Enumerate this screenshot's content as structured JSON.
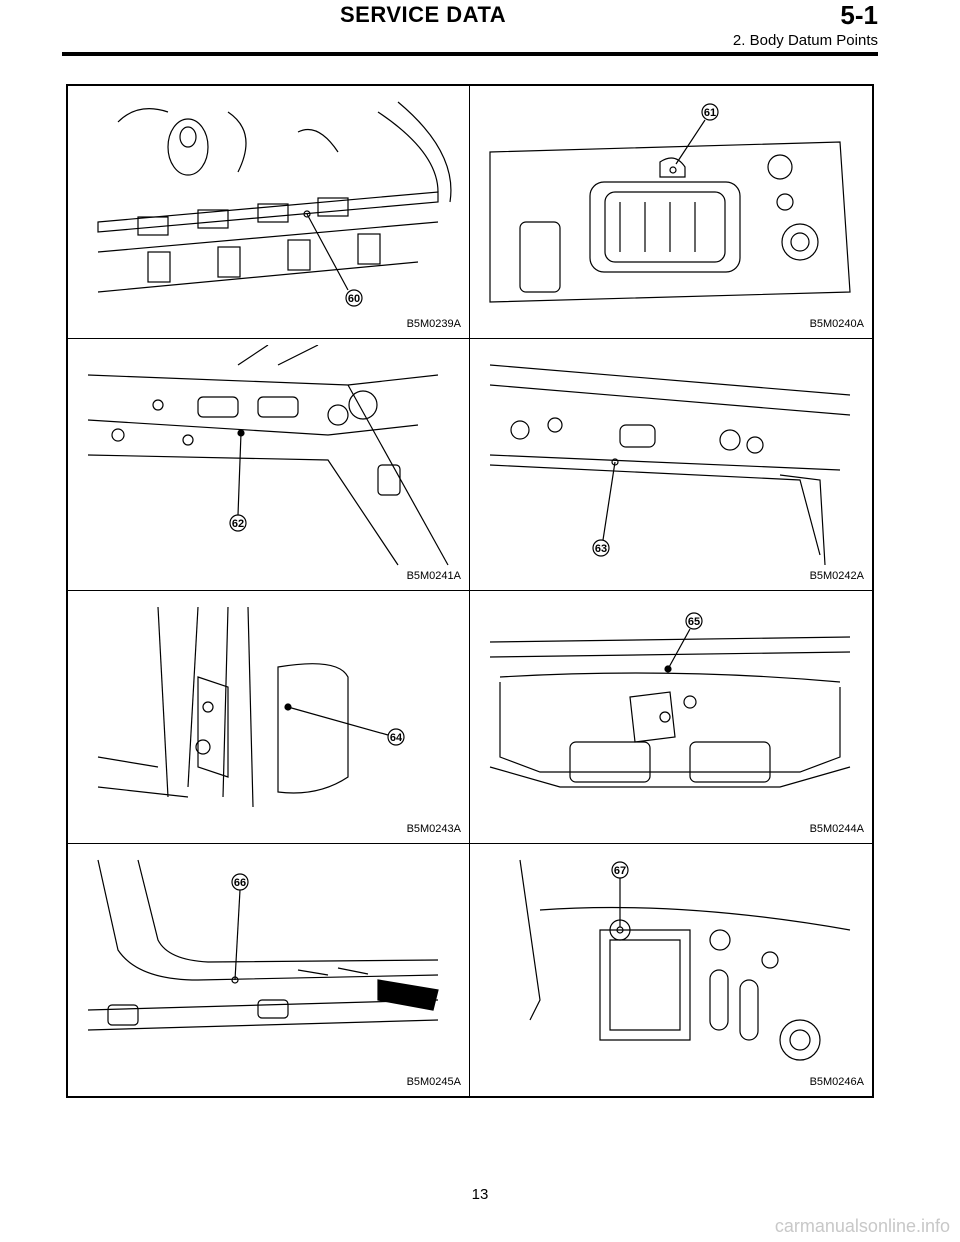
{
  "header": {
    "title": "SERVICE DATA",
    "section": "5-1",
    "subtitle": "2. Body Datum Points"
  },
  "figures": [
    {
      "code": "B5M0239A",
      "callout": "60"
    },
    {
      "code": "B5M0240A",
      "callout": "61"
    },
    {
      "code": "B5M0241A",
      "callout": "62"
    },
    {
      "code": "B5M0242A",
      "callout": "63"
    },
    {
      "code": "B5M0243A",
      "callout": "64"
    },
    {
      "code": "B5M0244A",
      "callout": "65"
    },
    {
      "code": "B5M0245A",
      "callout": "66"
    },
    {
      "code": "B5M0246A",
      "callout": "67"
    }
  ],
  "footer": {
    "page_number": "13",
    "watermark": "carmanualsonline.info"
  }
}
